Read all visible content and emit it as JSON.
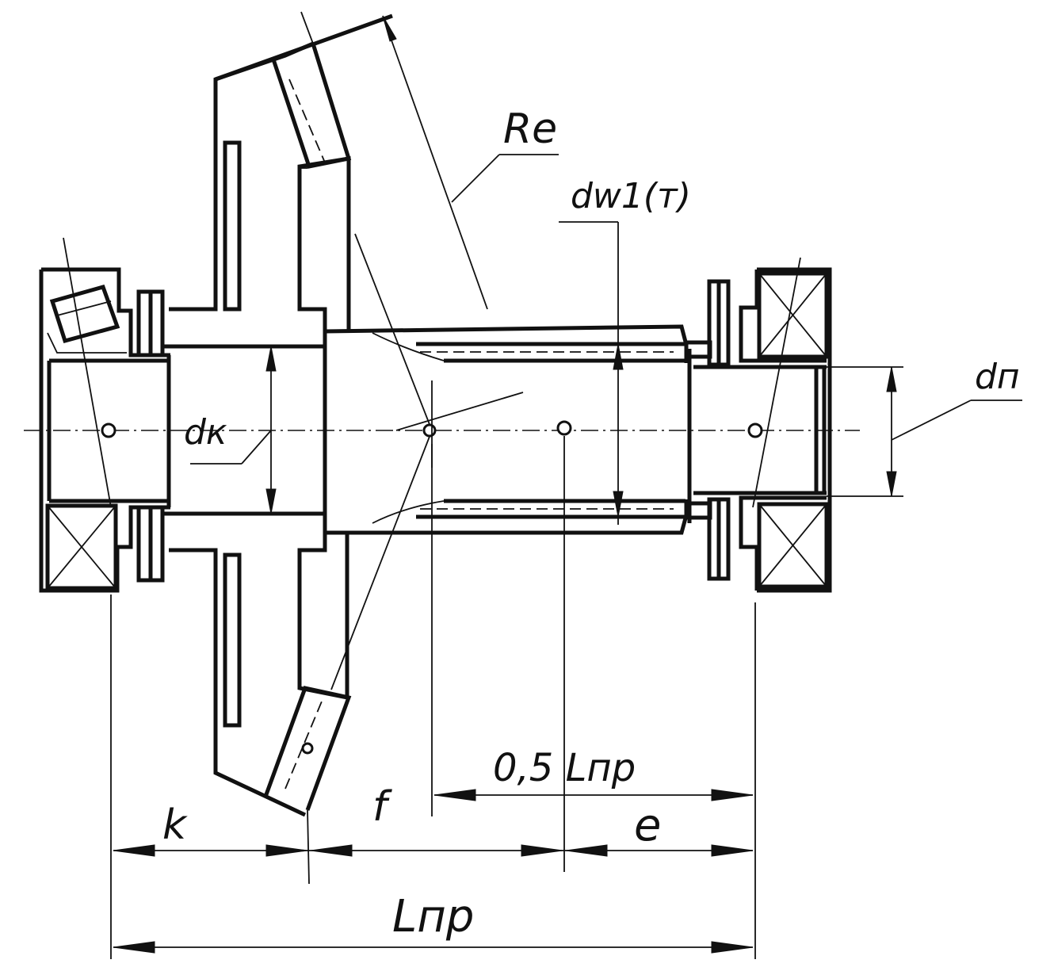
{
  "labels": {
    "Re": "Re",
    "dw1": "dw1(т)",
    "dk": "dк",
    "dp": "dп",
    "half_L": "0,5 Lпр",
    "k": "k",
    "f": "f",
    "e": "e",
    "L": "Lпр"
  },
  "colors": {
    "ink": "#111111",
    "paper": "#ffffff"
  }
}
